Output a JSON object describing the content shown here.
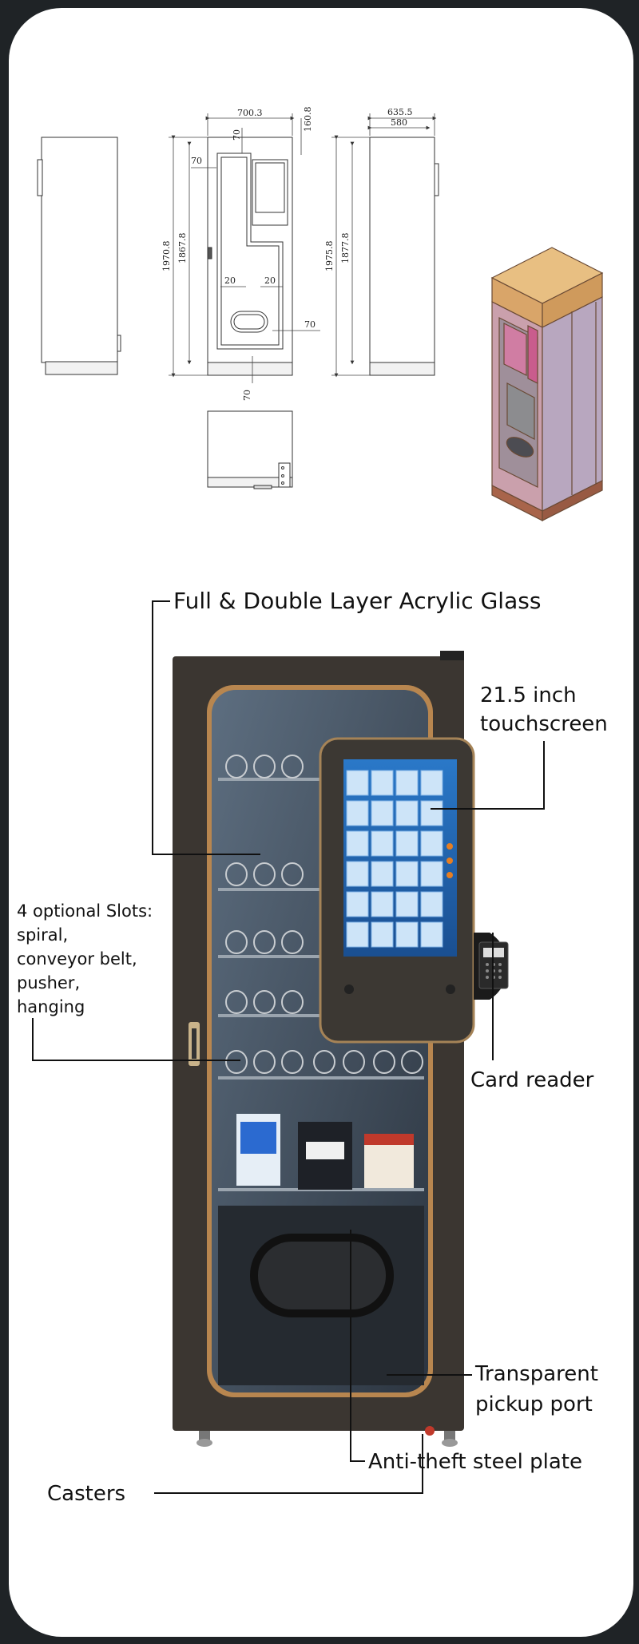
{
  "drawing": {
    "dims": {
      "width_total": "700.3",
      "top_offset": "160.8",
      "depth_total": "635.5",
      "depth_body": "580",
      "height_total_left": "1970.8",
      "height_body_left": "1867.8",
      "height_total_right": "1975.8",
      "height_body_right": "1877.8",
      "margin_a": "70",
      "margin_b": "70",
      "margin_c": "70",
      "margin_d": "70",
      "gap_a": "20",
      "gap_b": "20"
    }
  },
  "callouts": {
    "acrylic_glass": "Full & Double Layer Acrylic Glass",
    "touchscreen_l1": "21.5 inch",
    "touchscreen_l2": "touchscreen",
    "slots_l1": "4 optional Slots:",
    "slots_l2": "spiral,",
    "slots_l3": "conveyor belt,",
    "slots_l4": "pusher,",
    "slots_l5": "hanging",
    "card_reader": "Card reader",
    "pickup_l1": "Transparent",
    "pickup_l2": "pickup port",
    "steel_plate": "Anti-theft steel plate",
    "casters": "Casters"
  },
  "colors": {
    "page_bg": "#1f2326",
    "card_bg": "#ffffff",
    "machine_body": "#3a3530",
    "screen_blue": "#1f63b5",
    "cabinet_tan": "#e2b57a",
    "cabinet_panel": "#c99aa8"
  }
}
